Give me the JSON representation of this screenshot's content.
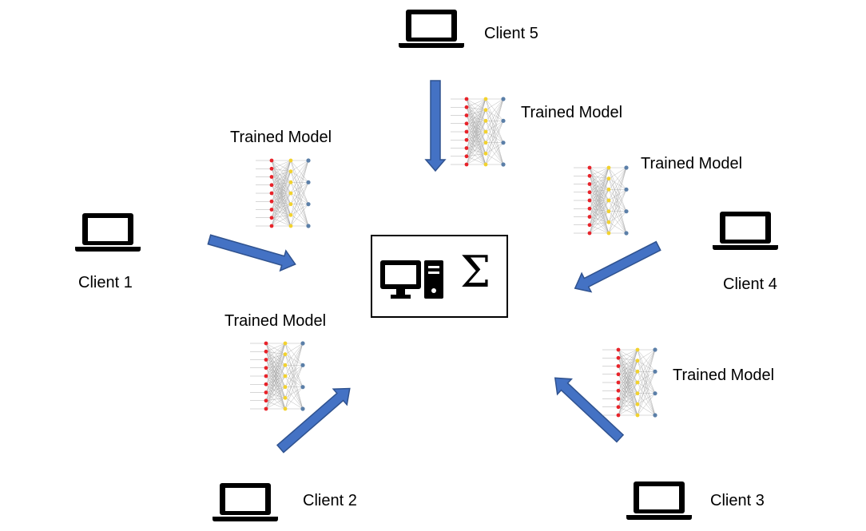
{
  "diagram": {
    "server": {
      "sum_symbol": "Σ"
    },
    "clients": [
      {
        "label": "Client 1"
      },
      {
        "label": "Client 2"
      },
      {
        "label": "Client 3"
      },
      {
        "label": "Client 4"
      },
      {
        "label": "Client 5"
      }
    ],
    "model_labels": [
      {
        "label": "Trained Model"
      },
      {
        "label": "Trained Model"
      },
      {
        "label": "Trained Model"
      },
      {
        "label": "Trained Model"
      },
      {
        "label": "Trained Model"
      }
    ],
    "colors": {
      "arrow": "#4472C4",
      "arrow_outline": "#2F528F",
      "nn_input": "#E8232A",
      "nn_hidden": "#F2D22E",
      "nn_output": "#5B7FA8",
      "nn_edges": "#9A9A9A"
    }
  }
}
